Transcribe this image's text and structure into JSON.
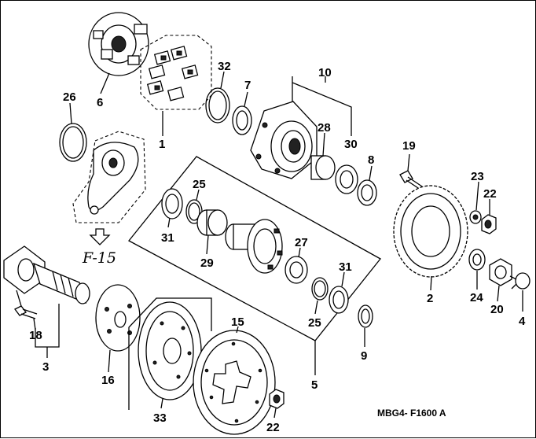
{
  "diagram": {
    "code": "MBG4- F1600 A",
    "ref": "F-15",
    "callouts": [
      "1",
      "2",
      "3",
      "4",
      "5",
      "6",
      "7",
      "8",
      "9",
      "10",
      "15",
      "16",
      "18",
      "19",
      "20",
      "22",
      "22",
      "23",
      "24",
      "25",
      "25",
      "26",
      "27",
      "28",
      "29",
      "30",
      "31",
      "31",
      "32",
      "33"
    ]
  }
}
